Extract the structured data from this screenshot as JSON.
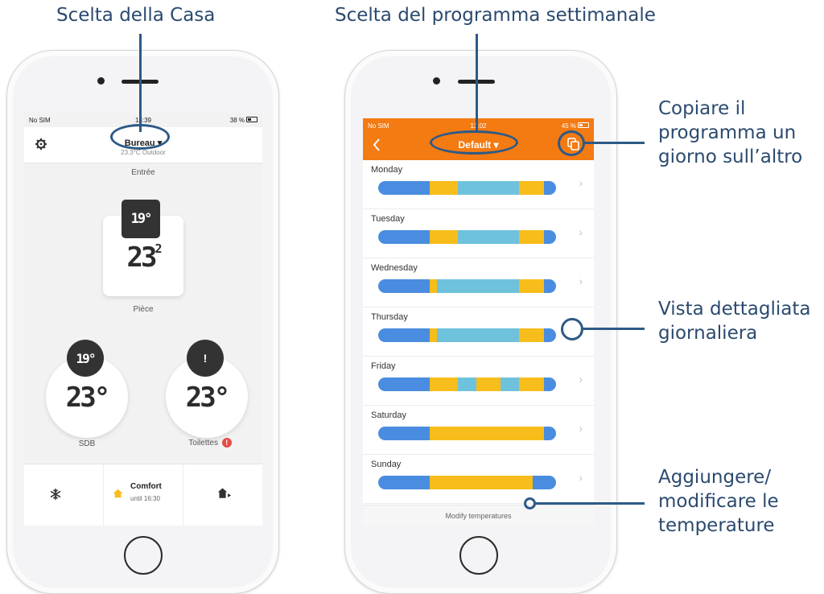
{
  "annotations": {
    "home_choice": "Scelta della Casa",
    "weekly_program": "Scelta del programma settimanale",
    "copy_line1": "Copiare il",
    "copy_line2": "programma un",
    "copy_line3": "giorno sull’altro",
    "detail_line1": "Vista dettagliata",
    "detail_line2": "giornaliera",
    "modify_line1": "Aggiungere/",
    "modify_line2": "modificare le",
    "modify_line3": "temperature"
  },
  "colors": {
    "frost": "#4a8de0",
    "eco": "#6fc2dc",
    "comfort": "#f7bd1b",
    "orange_header": "#f47a12",
    "alert": "#e64b45",
    "dark_badge": "#333333"
  },
  "phone1": {
    "status": {
      "carrier": "No SIM",
      "time": "13:39",
      "battery": "38 %"
    },
    "settings_icon": "gear-icon",
    "home_name": "Bureau ▾",
    "outdoor": "23.3°C Outdoor",
    "main_room": {
      "name": "Entrée",
      "setpoint": "19°",
      "temp": "23",
      "temp_decimal": "2",
      "label": "Pièce"
    },
    "rooms": [
      {
        "name": "SDB",
        "setpoint": "19°",
        "temp": "23°"
      },
      {
        "name": "Toilettes",
        "setpoint": "!",
        "temp": "23°",
        "alert": "!"
      }
    ],
    "footer": {
      "left_icon": "snowflake-icon",
      "mode": "Comfort",
      "until": "until 16:30",
      "right_icon": "away-house-icon"
    }
  },
  "phone2": {
    "status": {
      "carrier": "No SIM",
      "time": "13:02",
      "battery": "45 %"
    },
    "back_icon": "chevron-left-icon",
    "program": "Default ▾",
    "copy_icon": "copy-icon",
    "days": [
      {
        "name": "Monday",
        "segments": [
          {
            "mode": "frost",
            "pct": 29
          },
          {
            "mode": "comfort",
            "pct": 16
          },
          {
            "mode": "eco",
            "pct": 34
          },
          {
            "mode": "comfort",
            "pct": 14
          },
          {
            "mode": "frost",
            "pct": 7
          }
        ]
      },
      {
        "name": "Tuesday",
        "segments": [
          {
            "mode": "frost",
            "pct": 29
          },
          {
            "mode": "comfort",
            "pct": 16
          },
          {
            "mode": "eco",
            "pct": 34
          },
          {
            "mode": "comfort",
            "pct": 14
          },
          {
            "mode": "frost",
            "pct": 7
          }
        ]
      },
      {
        "name": "Wednesday",
        "segments": [
          {
            "mode": "frost",
            "pct": 29
          },
          {
            "mode": "comfort",
            "pct": 4
          },
          {
            "mode": "eco",
            "pct": 46
          },
          {
            "mode": "comfort",
            "pct": 14
          },
          {
            "mode": "frost",
            "pct": 7
          }
        ]
      },
      {
        "name": "Thursday",
        "segments": [
          {
            "mode": "frost",
            "pct": 29
          },
          {
            "mode": "comfort",
            "pct": 4
          },
          {
            "mode": "eco",
            "pct": 46
          },
          {
            "mode": "comfort",
            "pct": 14
          },
          {
            "mode": "frost",
            "pct": 7
          }
        ]
      },
      {
        "name": "Friday",
        "segments": [
          {
            "mode": "frost",
            "pct": 29
          },
          {
            "mode": "comfort",
            "pct": 16
          },
          {
            "mode": "eco",
            "pct": 10
          },
          {
            "mode": "comfort",
            "pct": 14
          },
          {
            "mode": "eco",
            "pct": 10
          },
          {
            "mode": "comfort",
            "pct": 14
          },
          {
            "mode": "frost",
            "pct": 7
          }
        ]
      },
      {
        "name": "Saturday",
        "segments": [
          {
            "mode": "frost",
            "pct": 29
          },
          {
            "mode": "comfort",
            "pct": 64
          },
          {
            "mode": "frost",
            "pct": 7
          }
        ]
      },
      {
        "name": "Sunday",
        "segments": [
          {
            "mode": "frost",
            "pct": 29
          },
          {
            "mode": "comfort",
            "pct": 58
          },
          {
            "mode": "frost",
            "pct": 13
          }
        ]
      }
    ],
    "modify_temperatures": "Modify temperatures"
  }
}
